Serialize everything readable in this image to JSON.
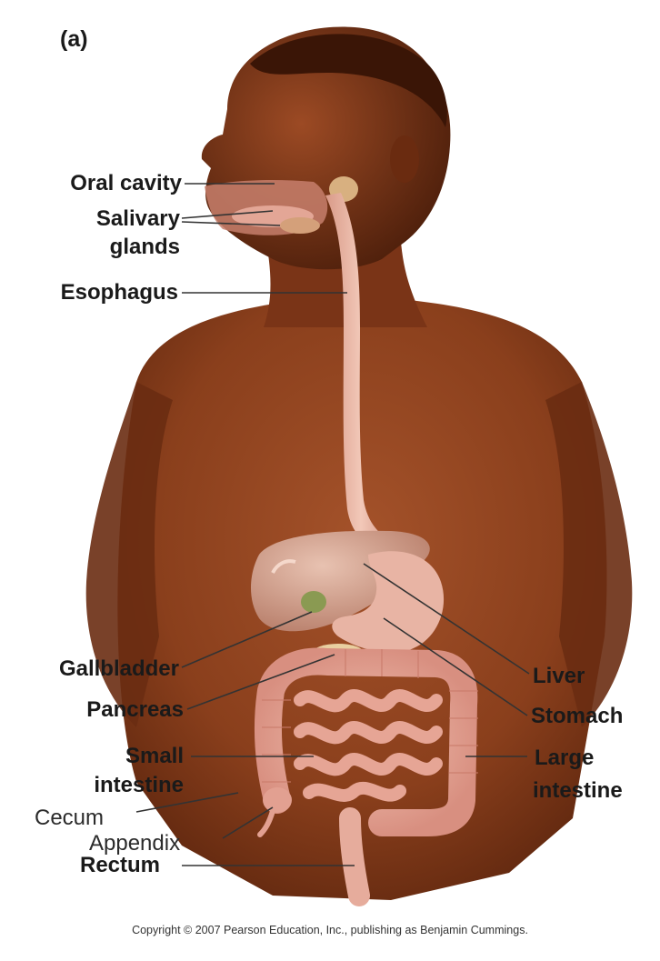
{
  "panel_label": "(a)",
  "labels": {
    "oral_cavity": "Oral cavity",
    "salivary_1": "Salivary",
    "salivary_2": "glands",
    "esophagus": "Esophagus",
    "gallbladder": "Gallbladder",
    "pancreas": "Pancreas",
    "small_1": "Small",
    "small_2": "intestine",
    "cecum": "Cecum",
    "appendix": "Appendix",
    "rectum": "Rectum",
    "liver": "Liver",
    "stomach": "Stomach",
    "large_1": "Large",
    "large_2": "intestine"
  },
  "copyright": "Copyright © 2007 Pearson Education, Inc., publishing as Benjamin Cummings.",
  "colors": {
    "skin": "#8a3f1c",
    "skin_dark": "#5a240d",
    "organ_pink": "#e9b6a3",
    "intestine": "#e8a89a",
    "liver": "#cf9a86",
    "leader": "#333333"
  }
}
